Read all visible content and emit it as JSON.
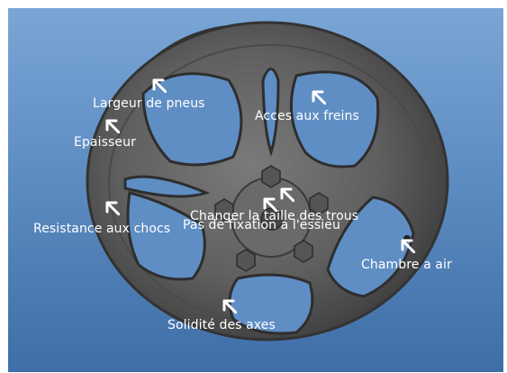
{
  "scene": {
    "background_top": "#7aa6d6",
    "background_bottom": "#3f6ea8",
    "rim_color": "#5a5a5a",
    "label_color": "#ffffff",
    "arrow_icon": "arrow-up-left-icon"
  },
  "labels": {
    "largeur": "Largeur de pneus",
    "acces": "Acces aux freins",
    "epaisseur": "Epaisseur",
    "changer": "Changer la taille des trous",
    "pas": "Pas de fixation a l'essieu",
    "resistance": "Resistance aux chocs",
    "chambre": "Chambre a air",
    "solidite": "Solidité des axes"
  }
}
